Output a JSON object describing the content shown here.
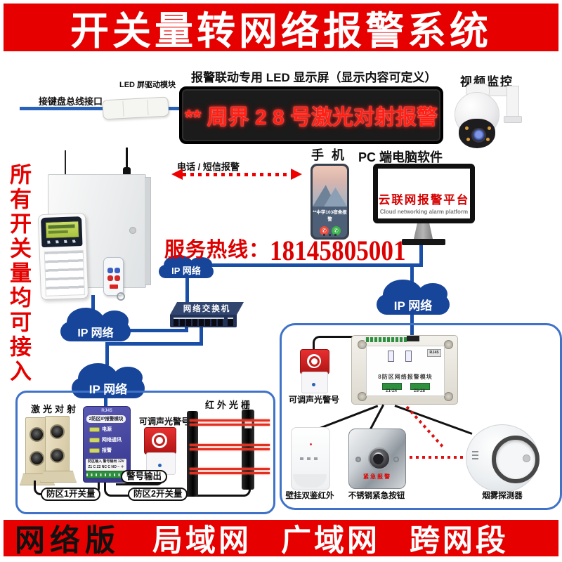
{
  "top_banner": {
    "title": "开关量转网络报警系统"
  },
  "led": {
    "caption": "报警联动专用 LED 显示屏（显示内容可定义）",
    "display_text": "** 周界 2 8 号激光对射报警",
    "driver_label": "LED 屏驱动模块",
    "bus_label": "接键盘总线接口"
  },
  "camera": {
    "label": "视频监控"
  },
  "side_note": {
    "text": "所有开关量均可接入"
  },
  "sms": {
    "label": "电话 / 短信报警"
  },
  "phone": {
    "label": "手 机",
    "screen_text": "**中学103宿舍报警"
  },
  "pc": {
    "label": "PC 端电脑软件",
    "platform_title": "云联网报警平台",
    "platform_subtitle": "Cloud networking alarm platform"
  },
  "hotline": {
    "label": "服务热线：",
    "number": "18145805001"
  },
  "network": {
    "cloud_label": "IP 网络",
    "switch_label": "网络交换机"
  },
  "zone2": {
    "laser_label": "激光对射",
    "module": {
      "port": "RJ45",
      "title": "2防区IP报警模块",
      "led_power": "电源",
      "led_net": "网络通讯",
      "led_alarm": "报警",
      "terms_line1": "防区输入 警号输出 12V",
      "terms_line2": "Z1 C Z2 NC C NO − ＋"
    },
    "siren_label": "可调声光警号",
    "grating_label": "红外光栅",
    "tag_zone1": "防区1开关量",
    "tag_zone2": "防区2开关量",
    "tag_siren_out": "警号输出"
  },
  "zone8": {
    "siren_label": "可调声光警号",
    "module_title": "8防区网络报警模块",
    "module_port": "RJ45",
    "term_left": "Z1-Z4",
    "term_right": "Z5-Z8",
    "pir_label": "壁挂双鉴红外",
    "button_label": "不锈钢紧急按钮",
    "button_text": "紧急报警",
    "smoke_label": "烟雾探测器"
  },
  "bottom_banner": {
    "left": "网络版",
    "right": "局域网 广域网 跨网段"
  },
  "colors": {
    "banner_red": "#e60000",
    "wire_blue": "#1a4fa8",
    "cloud_blue": "#16459a",
    "box_border": "#3f72c8",
    "led_text": "#ff1f14",
    "hotline_red": "#dd0000"
  }
}
